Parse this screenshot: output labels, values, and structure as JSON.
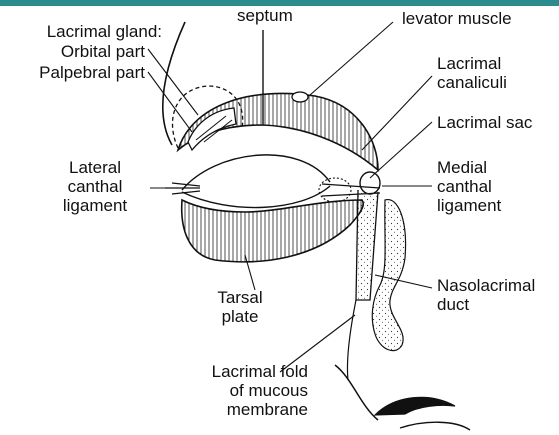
{
  "colors": {
    "top_bar": "#2a8c8c",
    "ink": "#111111",
    "background": "#ffffff"
  },
  "labels": {
    "lacrimal_gland": "Lacrimal gland:",
    "orbital_part": "Orbital part",
    "palpebral_part": "Palpebral part",
    "septum": "septum",
    "levator_muscle": "levator muscle",
    "lacrimal_canaliculi": "Lacrimal\ncanaliculi",
    "lacrimal_sac": "Lacrimal sac",
    "lateral_canthal_ligament": "Lateral\ncanthal\nligament",
    "medial_canthal_ligament": "Medial\ncanthal\nligament",
    "tarsal_plate": "Tarsal\nplate",
    "nasolacrimal_duct": "Nasolacrimal\nduct",
    "lacrimal_fold": "Lacrimal fold\nof mucous\nmembrane"
  }
}
